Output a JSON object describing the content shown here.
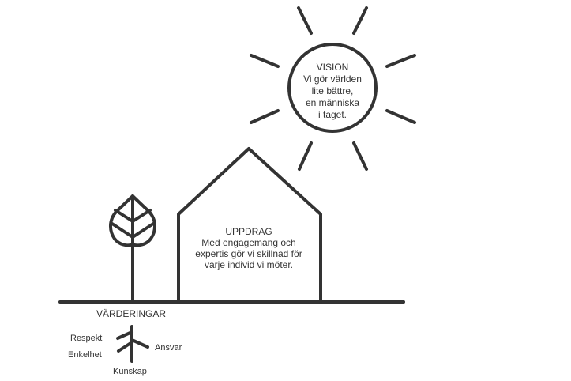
{
  "colors": {
    "stroke": "#333333",
    "background": "#ffffff"
  },
  "vision": {
    "title": "VISION",
    "lines": [
      "Vi gör världen",
      "lite bättre,",
      "en människa",
      "i taget."
    ]
  },
  "mission": {
    "title": "UPPDRAG",
    "lines": [
      "Med engagemang och",
      "expertis gör vi skillnad för",
      "varje individ vi möter."
    ]
  },
  "values": {
    "title": "VÄRDERINGAR",
    "items": {
      "respekt": "Respekt",
      "enkelhet": "Enkelhet",
      "ansvar": "Ansvar",
      "kunskap": "Kunskap"
    }
  }
}
